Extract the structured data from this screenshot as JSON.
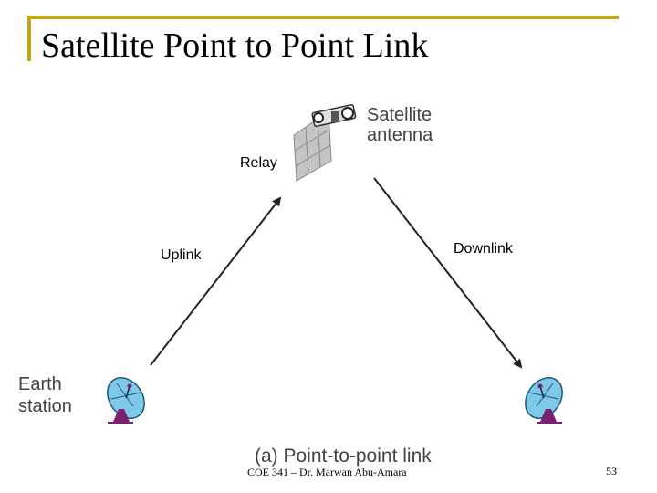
{
  "slide": {
    "title": "Satellite Point to Point Link",
    "footer": "COE 341 – Dr. Marwan Abu-Amara",
    "page_number": "53"
  },
  "diagram": {
    "satellite_label_line1": "Satellite",
    "satellite_label_line2": "antenna",
    "relay_label": "Relay",
    "uplink_label": "Uplink",
    "downlink_label": "Downlink",
    "earth_label_line1": "Earth",
    "earth_label_line2": "station",
    "caption": "(a) Point-to-point link"
  },
  "colors": {
    "accent": "#c7a41d",
    "dish": "#7ec8e8",
    "dish_stand": "#7a2070",
    "satellite_panel": "#b8b8b8"
  }
}
